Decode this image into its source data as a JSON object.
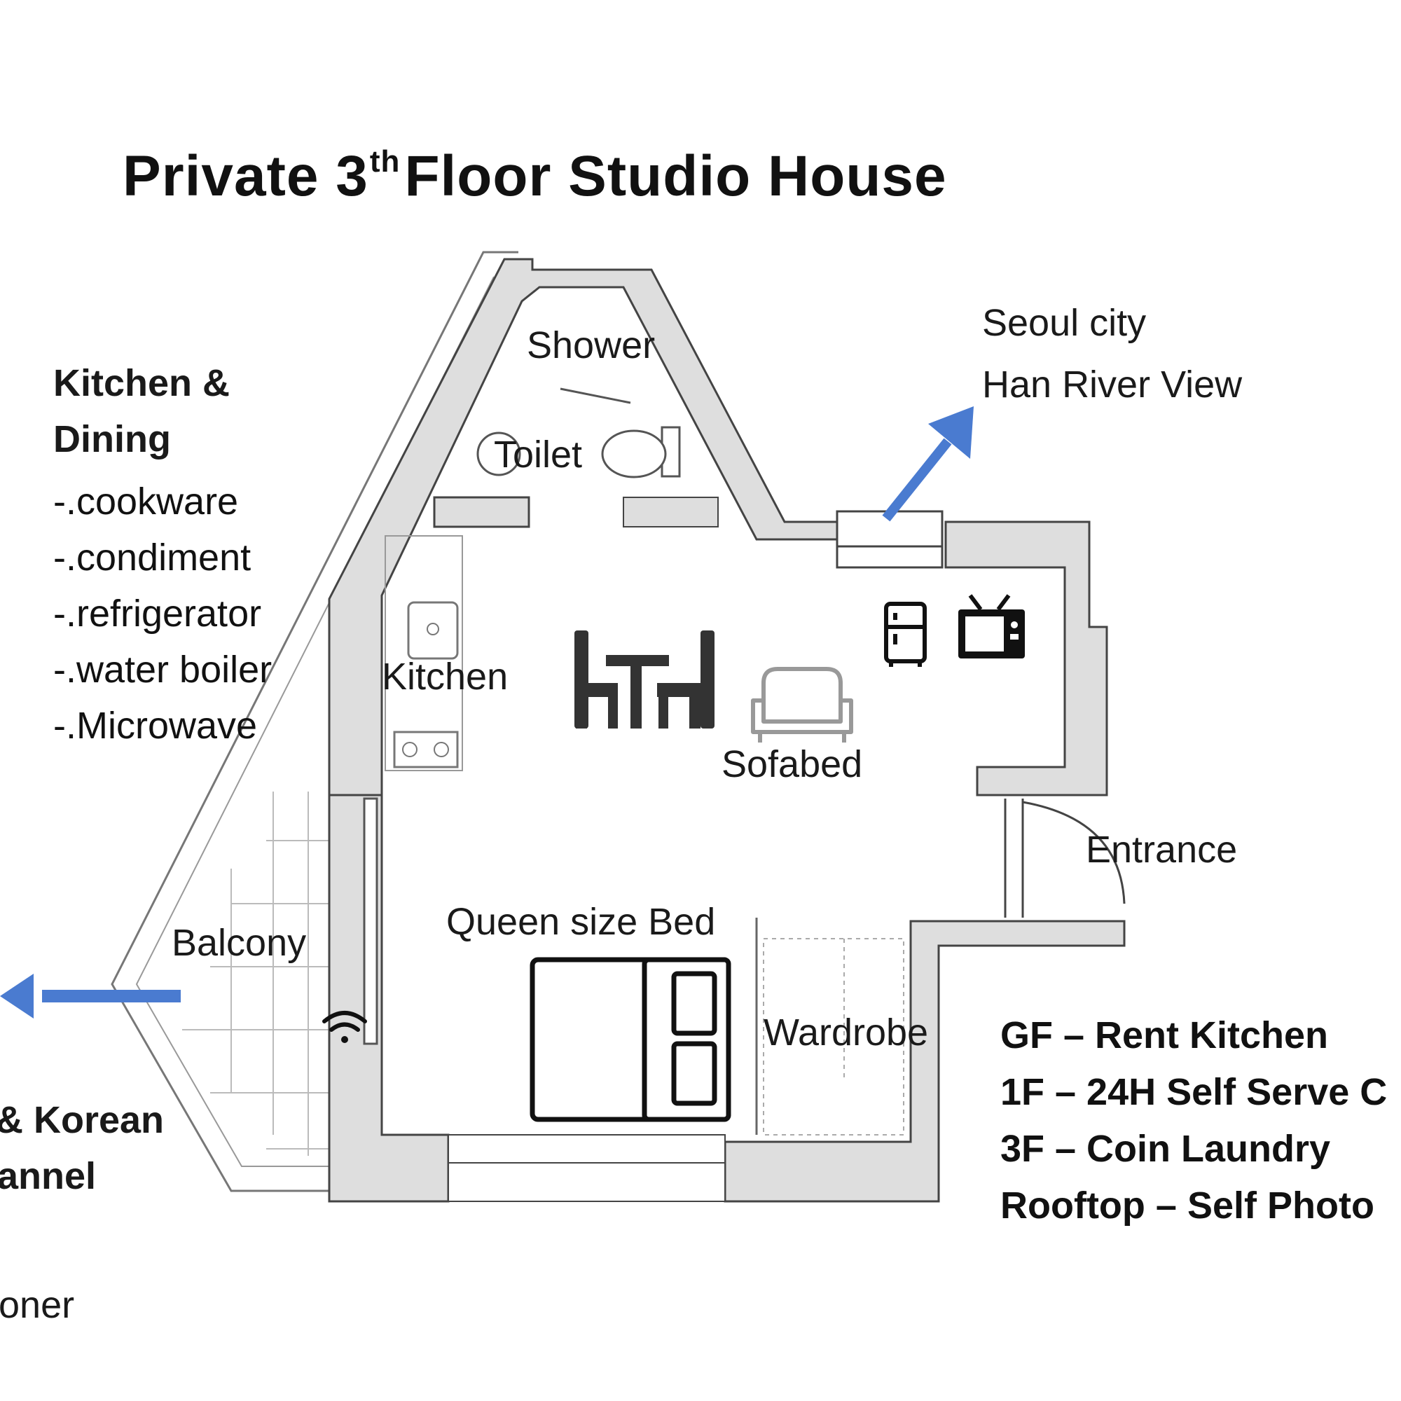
{
  "title": {
    "main": "Private 3",
    "superscript": "th",
    "rest": "Floor Studio House"
  },
  "amenities": {
    "heading_line1": "Kitchen &",
    "heading_line2": "Dining",
    "items": [
      "-.cookware",
      "-.condiment",
      "-.refrigerator",
      "-.water boiler",
      "-.Microwave"
    ]
  },
  "view": {
    "line1": "Seoul city",
    "line2": "Han River View"
  },
  "rooms": {
    "shower": "Shower",
    "toilet": "Toilet",
    "kitchen": "Kitchen",
    "sofabed": "Sofabed",
    "entrance": "Entrance",
    "balcony": "Balcony",
    "bed": "Queen size Bed",
    "wardrobe": "Wardrobe"
  },
  "floors": [
    "GF – Rent Kitchen",
    "1F – 24H Self Serve C",
    "3F – Coin Laundry",
    "Rooftop – Self Photo"
  ],
  "cut_off_left": {
    "line1": "& Korean",
    "line2": "annel",
    "line3": "oner"
  },
  "colors": {
    "arrow": "#4a7bd0",
    "wall": "#444444",
    "wall_fill": "#d9d9d9"
  },
  "icons": [
    "wifi-icon",
    "refrigerator-icon",
    "tv-icon",
    "dining-table-icon",
    "sofa-icon",
    "bed-icon",
    "toilet-icon",
    "sink-icon",
    "stove-icon"
  ]
}
